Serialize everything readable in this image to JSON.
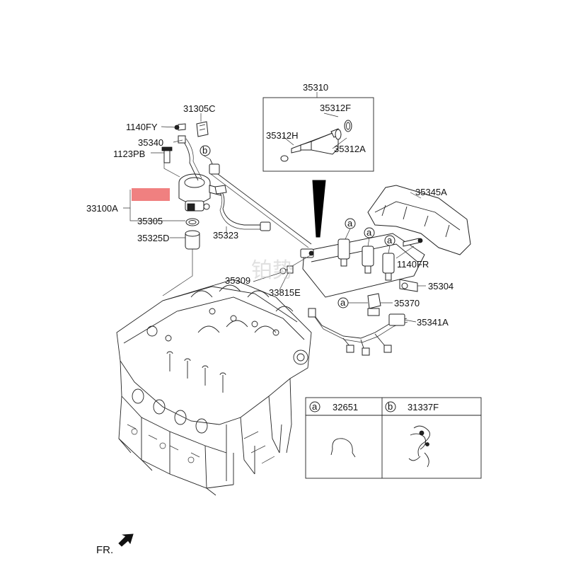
{
  "diagram": {
    "labels": {
      "p35310": "35310",
      "p35312F": "35312F",
      "p35312H": "35312H",
      "p35312A": "35312A",
      "p31305C": "31305C",
      "p1140FY": "1140FY",
      "p35340": "35340",
      "p1123PB": "1123PB",
      "p33100A": "33100A",
      "p35305": "35305",
      "p35325D": "35325D",
      "p35323": "35323",
      "p35345A": "35345A",
      "p1140FR": "1140FR",
      "p35309": "35309",
      "p33815E": "33815E",
      "p35304": "35304",
      "p35370": "35370",
      "p35341A": "35341A",
      "fr": "FR."
    },
    "callouts": {
      "a": "a",
      "b": "b"
    },
    "legend": {
      "a_letter": "a",
      "a_part": "32651",
      "b_letter": "b",
      "b_part": "31337F"
    },
    "watermark": "铂势",
    "highlight_color": "#f08080"
  }
}
